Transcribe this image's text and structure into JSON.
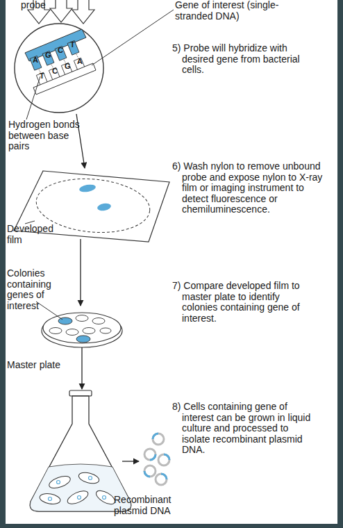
{
  "diagram": {
    "labels": [
      "probe",
      "Gene of interest (single-stranded DNA)",
      "A",
      "G",
      "C",
      "T",
      "T",
      "C",
      "G",
      "A",
      "5) Probe will hybridize with desired gene from bacterial cells.",
      "Hydrogen bonds between base pairs",
      "6) Wash nylon to remove unbound probe and expose nylon to X-ray film or imaging instrument to detect fluorescence or chemiluminescence.",
      "Developed film",
      "Colonies containing genes of interest",
      "7) Compare developed film to master plate to identify colonies containing gene of interest.",
      "Master plate",
      "8) Cells containing gene of interest can be grown in liquid culture and processed to isolate recombinant plasmid DNA.",
      "Recombinant plasmid DNA"
    ]
  }
}
